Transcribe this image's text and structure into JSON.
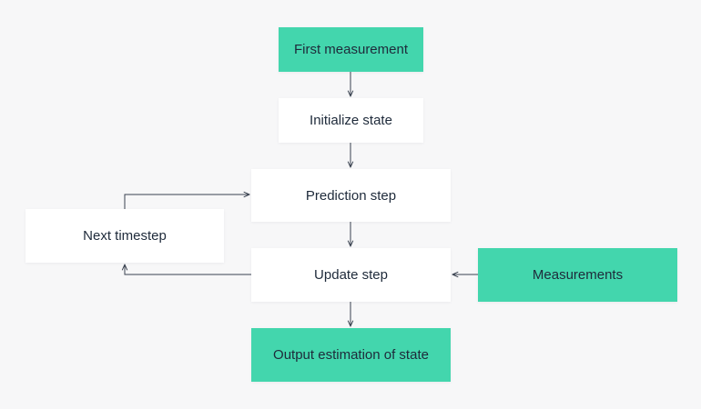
{
  "diagram": {
    "nodes": {
      "first_measurement": "First measurement",
      "initialize_state": "Initialize state",
      "prediction_step": "Prediction step",
      "update_step": "Update step",
      "output_estimation": "Output estimation of state",
      "next_timestep": "Next timestep",
      "measurements": "Measurements"
    },
    "colors": {
      "accent_green": "#43d6ad",
      "node_white": "#ffffff",
      "background": "#f7f7f8",
      "text": "#1e2a3a",
      "connector": "#3a4250"
    }
  }
}
